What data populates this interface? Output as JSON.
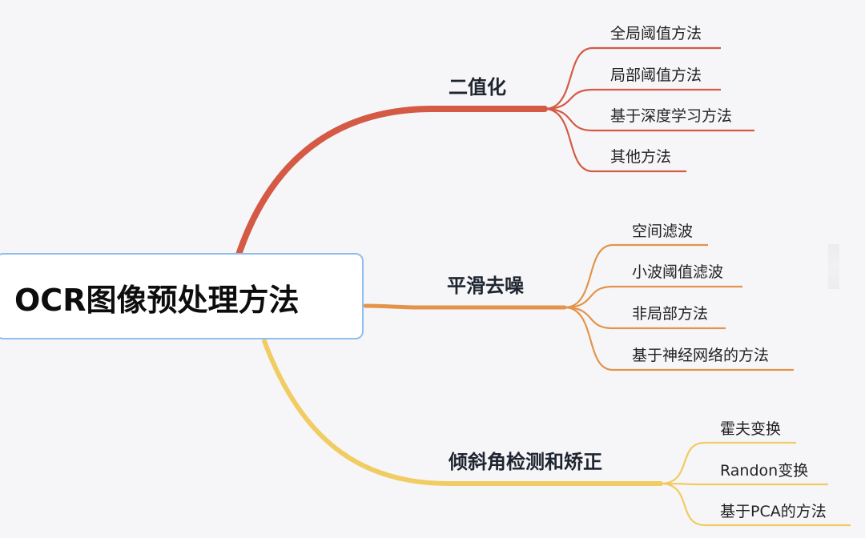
{
  "root": {
    "label": "OCR图像预处理方法"
  },
  "branches": [
    {
      "label": "二值化",
      "color": "#d45a45",
      "children": [
        "全局阈值方法",
        "局部阈值方法",
        "基于深度学习方法",
        "其他方法"
      ]
    },
    {
      "label": "平滑去噪",
      "color": "#e3944a",
      "children": [
        "空间滤波",
        "小波阈值滤波",
        "非局部方法",
        "基于神经网络的方法"
      ]
    },
    {
      "label": "倾斜角检测和矫正",
      "color": "#f0cc63",
      "children": [
        "霍夫变换",
        "Randon变换",
        "基于PCA的方法"
      ]
    }
  ]
}
